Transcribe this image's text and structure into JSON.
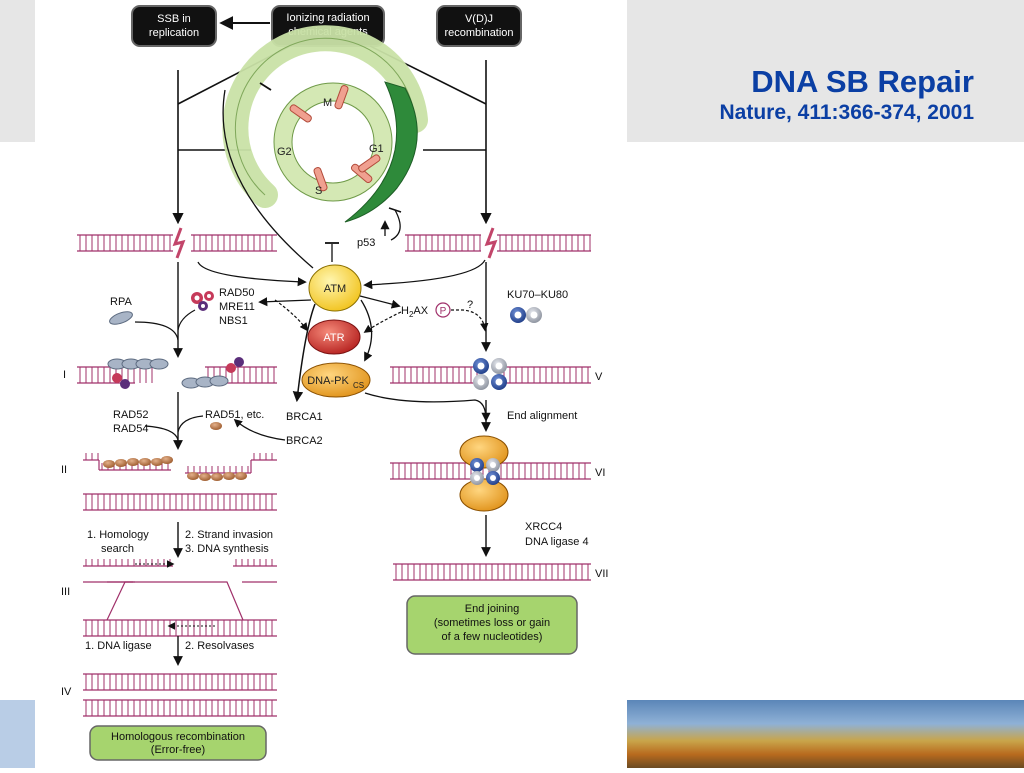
{
  "slide": {
    "title": "DNA SB Repair",
    "subtitle": "Nature, 411:366-374, 2001"
  },
  "diagram": {
    "boxes": {
      "ssb": [
        "SSB in",
        "replication"
      ],
      "ionizing": [
        "Ionizing radiation",
        "chemical agents"
      ],
      "vdj": [
        "V(D)J",
        "recombination"
      ]
    },
    "cell_cycle": {
      "m": "M",
      "g1": "G1",
      "g2": "G2",
      "s": "S"
    },
    "labels": {
      "p53": "p53",
      "atm": "ATM",
      "atr": "ATR",
      "dnapk": "DNA-PK",
      "dnapk_sub": "CS",
      "rad50": "RAD50",
      "mre11": "MRE11",
      "nbs1": "NBS1",
      "rpa": "RPA",
      "h2ax_h": "H",
      "h2ax_sub": "2",
      "h2ax_ax": "AX",
      "phospho": "P",
      "question": "?",
      "ku": "KU70–KU80",
      "rad52": "RAD52",
      "rad54": "RAD54",
      "rad51": "RAD51, etc.",
      "brca1": "BRCA1",
      "brca2": "BRCA2",
      "end_alignment": "End alignment",
      "xrcc4": "XRCC4",
      "ligase4": "DNA ligase 4",
      "homology1": "1. Homology",
      "homology2": "search",
      "strand": "2. Strand invasion",
      "synthesis": "3. DNA synthesis",
      "ligase": "1. DNA ligase",
      "resolvases": "2. Resolvases"
    },
    "stages": {
      "i": "I",
      "ii": "II",
      "iii": "III",
      "iv": "IV",
      "v": "V",
      "vi": "VI",
      "vii": "VII"
    },
    "outcomes": {
      "hr": [
        "Homologous recombination",
        "(Error-free)"
      ],
      "nhej": [
        "End joining",
        "(sometimes loss or gain",
        "of a few nucleotides)"
      ]
    }
  },
  "colors": {
    "title": "#0b3fa4",
    "dna": "#a0306a",
    "atm": "#f5d233",
    "atr": "#c8312e",
    "dnapk": "#f0a020",
    "ku_blue": "#2a4f9e",
    "outcome_fill": "#a6d46e"
  }
}
